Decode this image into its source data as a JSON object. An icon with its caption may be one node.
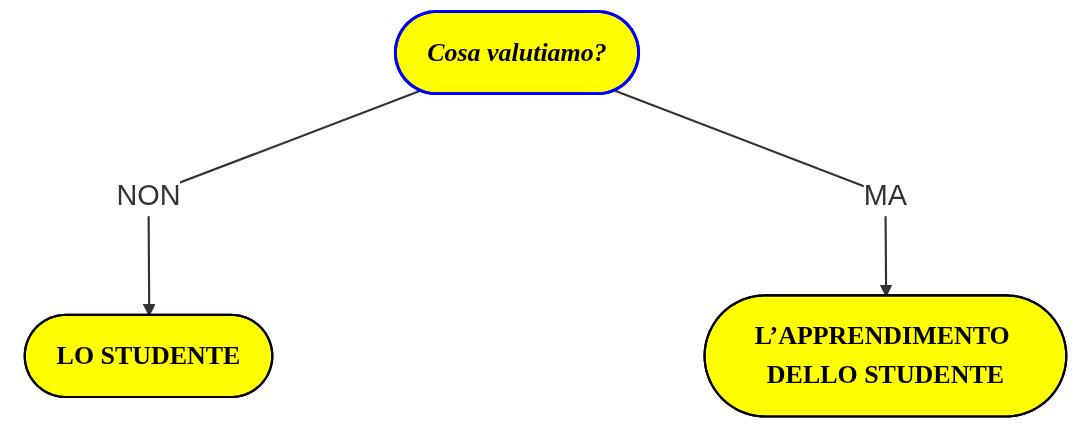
{
  "diagram": {
    "nodes": [
      {
        "text": [
          "Cosa valutiamo?"
        ]
      },
      {
        "text": [
          "LO STUDENTE"
        ]
      },
      {
        "text": [
          "L’APPRENDIMENTO DELLO STUDENTE"
        ]
      }
    ],
    "edges": [
      {
        "from": 0,
        "to": 1,
        "arrow": "to",
        "label": "NON"
      },
      {
        "from": 0,
        "to": 2,
        "arrow": "to",
        "label": "MA"
      }
    ]
  }
}
